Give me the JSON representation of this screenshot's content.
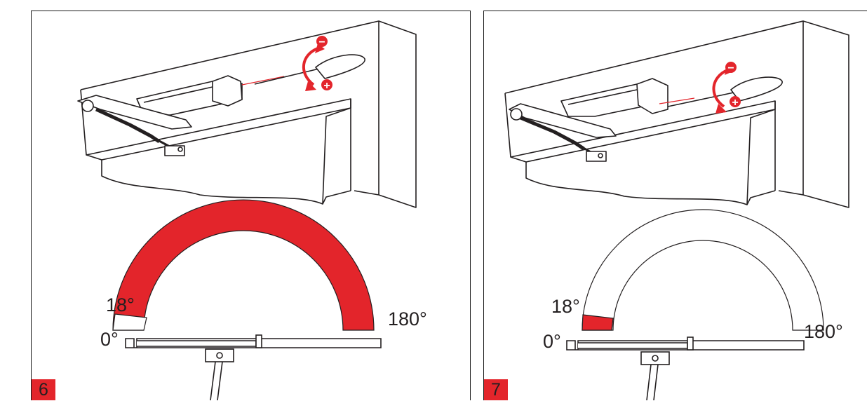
{
  "panels": [
    {
      "step": "6",
      "label_open_min": "0°",
      "label_mid": "18°",
      "label_open_max": "180°",
      "arc_fill": "full",
      "arrow_top_sign": "−",
      "arrow_bottom_sign": "+"
    },
    {
      "step": "7",
      "label_open_min": "0°",
      "label_mid": "18°",
      "label_open_max": "180°",
      "arc_fill": "partial",
      "arrow_top_sign": "−",
      "arrow_bottom_sign": "+"
    }
  ],
  "colors": {
    "accent": "#e3252b",
    "line": "#231f20",
    "background": "#ffffff"
  }
}
